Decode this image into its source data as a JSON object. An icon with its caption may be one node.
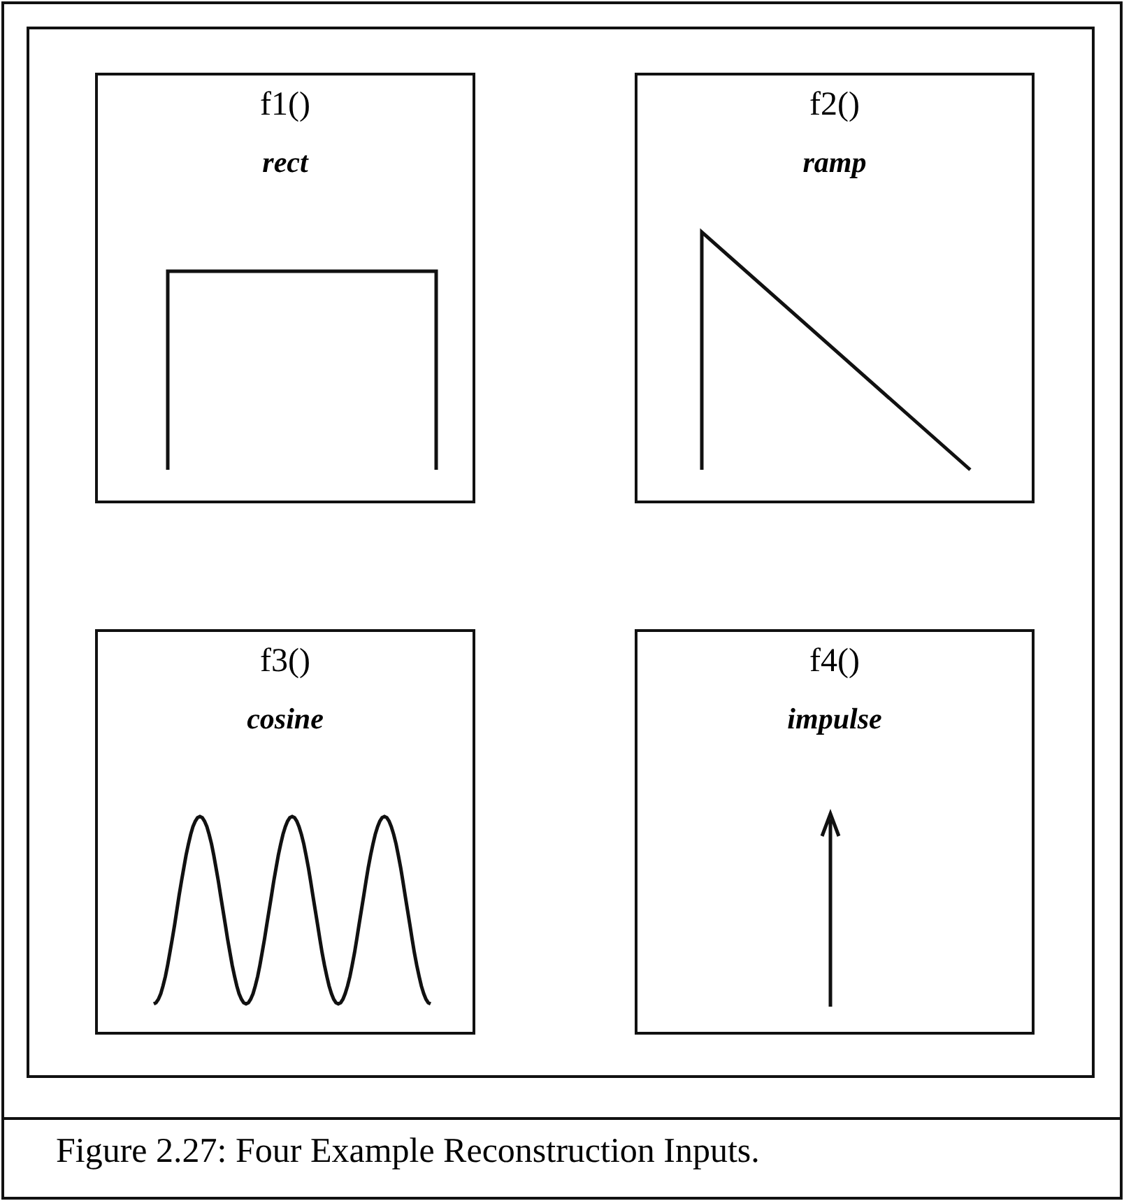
{
  "diagram": {
    "caption": "Figure 2.27: Four Example Reconstruction Inputs.",
    "nodes": [
      {
        "text": [
          "f1()",
          "rect"
        ]
      },
      {
        "text": [
          "f2()",
          "ramp"
        ]
      },
      {
        "text": [
          "f3()",
          "cosine"
        ]
      },
      {
        "text": [
          "f4()",
          "impulse"
        ]
      }
    ],
    "edges": []
  }
}
